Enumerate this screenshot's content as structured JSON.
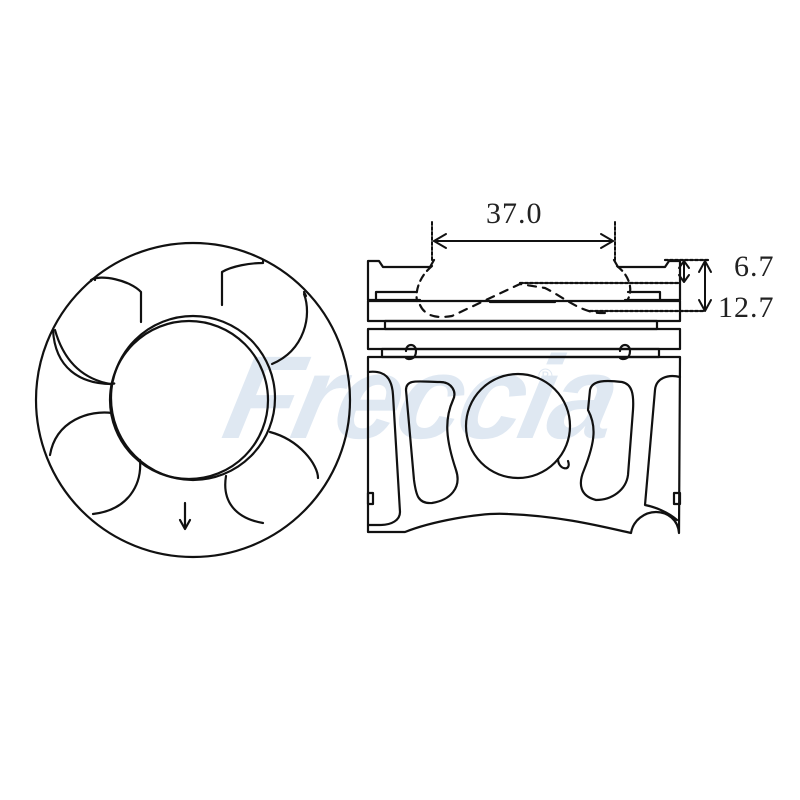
{
  "drawing": {
    "title": "Piston technical drawing",
    "views": [
      "top-view",
      "side-view"
    ],
    "line_color": "#111111",
    "background": "#ffffff"
  },
  "dimensions": {
    "bowl_diameter": "37.0",
    "upper_depth": "6.7",
    "total_depth": "12.7"
  },
  "watermark": {
    "text": "Freccia",
    "registered": "®",
    "color": "#dfe8f2"
  }
}
